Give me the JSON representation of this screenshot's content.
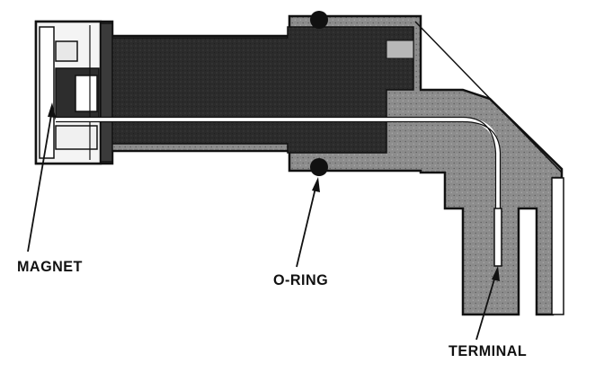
{
  "labels": {
    "magnet": "MAGNET",
    "o_ring": "O-RING",
    "terminal": "TERMINAL"
  },
  "colors": {
    "ink": "#111111",
    "housing_fill": "#8f8f8f",
    "core_fill": "#2a2a2a",
    "background": "#ffffff"
  }
}
